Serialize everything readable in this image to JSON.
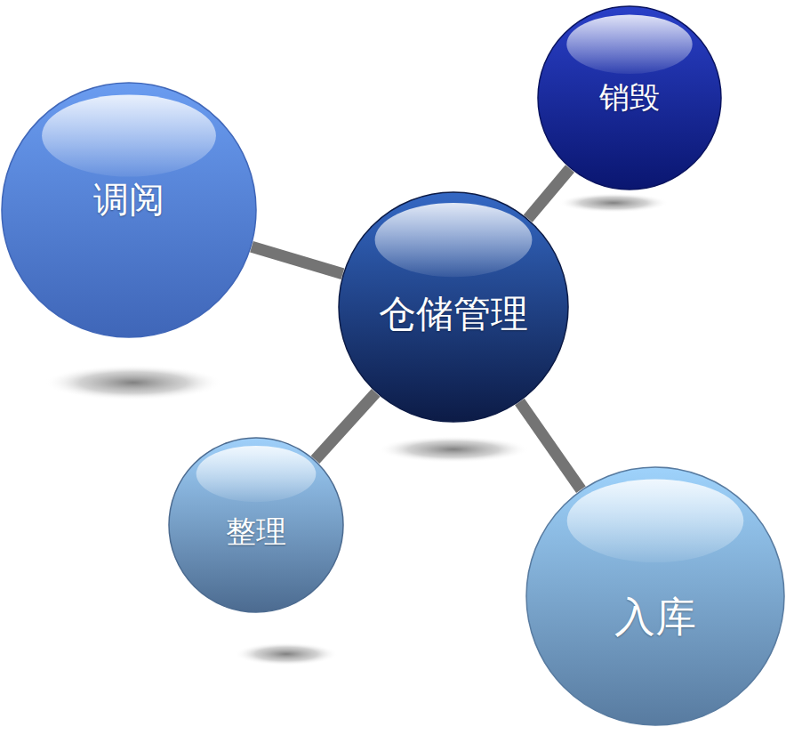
{
  "diagram": {
    "nodes": [
      {
        "text": [
          "销毁"
        ]
      },
      {
        "text": [
          "调阅"
        ]
      },
      {
        "text": [
          "仓储管理"
        ]
      },
      {
        "text": [
          "整理"
        ]
      },
      {
        "text": [
          "入库"
        ]
      }
    ],
    "edges": [
      {
        "from": 2,
        "to": 0,
        "arrow": "none"
      },
      {
        "from": 2,
        "to": 1,
        "arrow": "none"
      },
      {
        "from": 2,
        "to": 3,
        "arrow": "none"
      },
      {
        "from": 2,
        "to": 4,
        "arrow": "none"
      }
    ]
  }
}
